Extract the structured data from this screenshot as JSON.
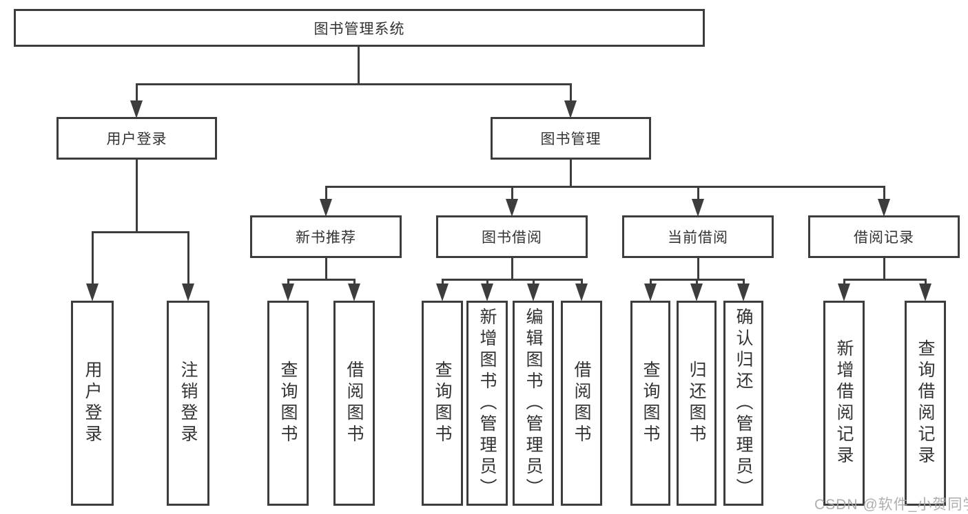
{
  "colors": {
    "background": "#ffffff",
    "line": "#3d3d3d",
    "box_border": "#3d3d3d",
    "text": "#333333",
    "watermark": "#a5a5a5"
  },
  "watermark": "CSDN @软件_小贺同学",
  "tree": {
    "root": {
      "label": "图书管理系统"
    },
    "branches": [
      {
        "label": "用户登录",
        "children": [
          {
            "label": "用户登录"
          },
          {
            "label": "注销登录"
          }
        ]
      },
      {
        "label": "图书管理",
        "children": [
          {
            "label": "新书推荐",
            "children": [
              {
                "label": "查询图书"
              },
              {
                "label": "借阅图书"
              }
            ]
          },
          {
            "label": "图书借阅",
            "children": [
              {
                "label": "查询图书"
              },
              {
                "label": "新增图书（管理员）"
              },
              {
                "label": "编辑图书（管理员）"
              },
              {
                "label": "借阅图书"
              }
            ]
          },
          {
            "label": "当前借阅",
            "children": [
              {
                "label": "查询图书"
              },
              {
                "label": "归还图书"
              },
              {
                "label": "确认归还（管理员）"
              }
            ]
          },
          {
            "label": "借阅记录",
            "children": [
              {
                "label": "新增借阅记录"
              },
              {
                "label": "查询借阅记录"
              }
            ]
          }
        ]
      }
    ]
  }
}
